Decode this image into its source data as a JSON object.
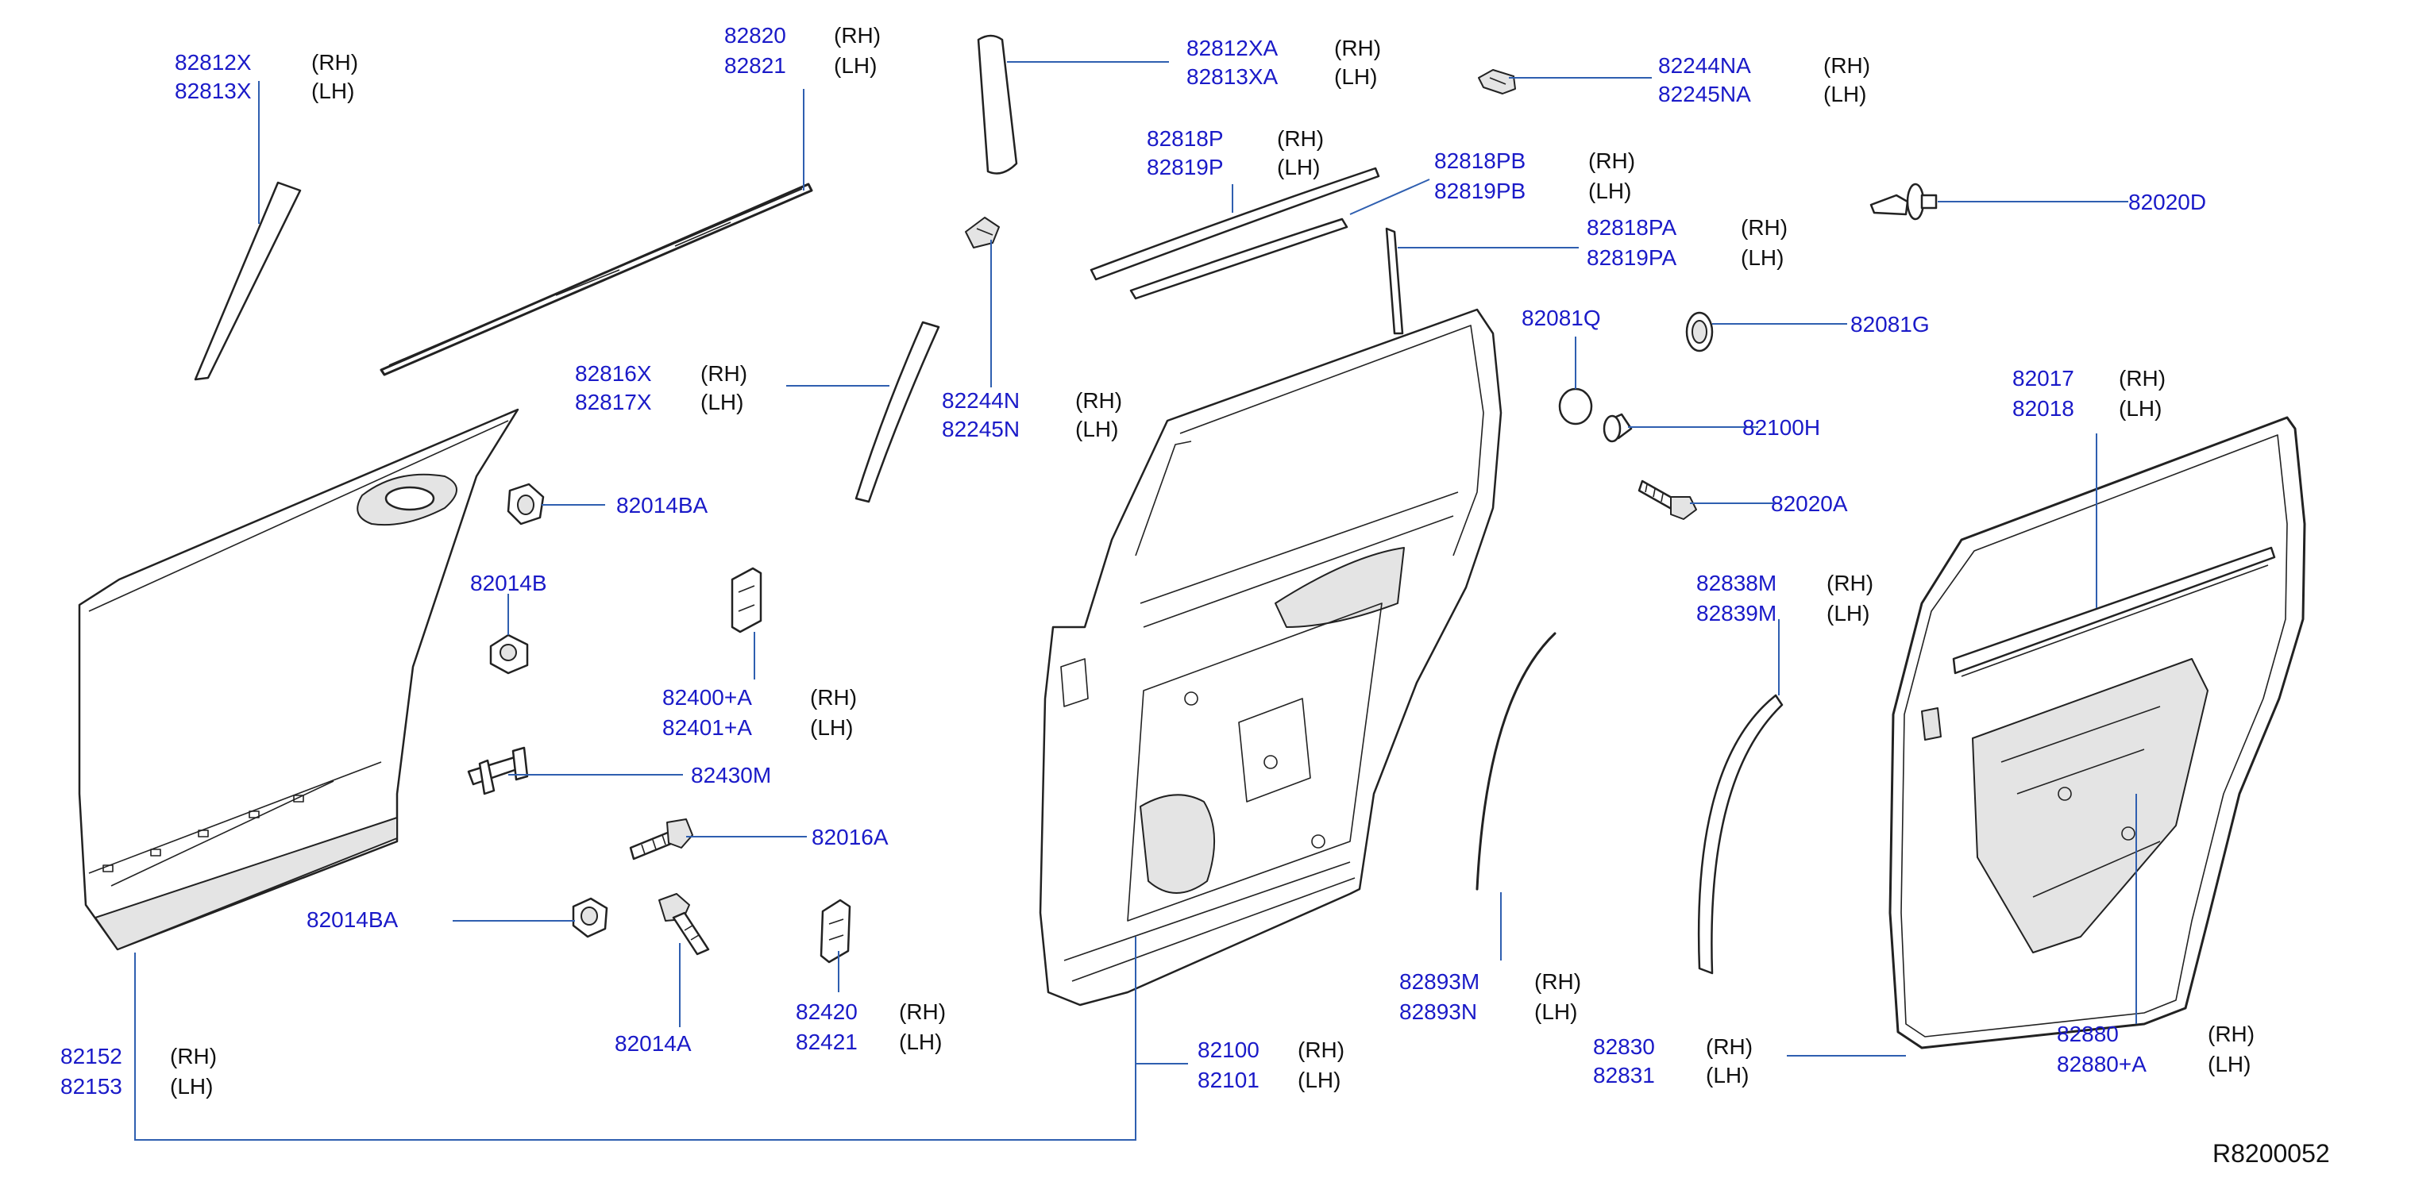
{
  "labels": {
    "p82812x": "82812X",
    "p82813x": "82813X",
    "p82820": "82820",
    "p82821": "82821",
    "p82812xa": "82812XA",
    "p82813xa": "82813XA",
    "p82244na": "82244NA",
    "p82245na": "82245NA",
    "p82818p": "82818P",
    "p82819p": "82819P",
    "p82818pb": "82818PB",
    "p82819pb": "82819PB",
    "p82818pa": "82818PA",
    "p82819pa": "82819PA",
    "p82020d": "82020D",
    "p82081q": "82081Q",
    "p82081g": "82081G",
    "p82816x": "82816X",
    "p82817x": "82817X",
    "p82244n": "82244N",
    "p82245n": "82245N",
    "p82017": "82017",
    "p82018": "82018",
    "p82100h": "82100H",
    "p82014ba_top": "82014BA",
    "p82020a": "82020A",
    "p82014b": "82014B",
    "p82838m": "82838M",
    "p82839m": "82839M",
    "p82400a": "82400+A",
    "p82401a": "82401+A",
    "p82430m": "82430M",
    "p82016a": "82016A",
    "p82014ba_low": "82014BA",
    "p82893m_rh": "82893M",
    "p82893n_lh": "82893N",
    "p82420": "82420",
    "p82421": "82421",
    "p82014a": "82014A",
    "p82152": "82152",
    "p82153": "82153",
    "p82100": "82100",
    "p82101": "82101",
    "p82830": "82830",
    "p82831": "82831",
    "p82880": "82880",
    "p82880a": "82880+A"
  },
  "sides": {
    "rh": "(RH)",
    "lh": "(LH)"
  },
  "diagram_code": "R8200052",
  "colors": {
    "part_number": "#1a1ac8",
    "leader": "#2f5fb0",
    "line_art": "#222222"
  }
}
